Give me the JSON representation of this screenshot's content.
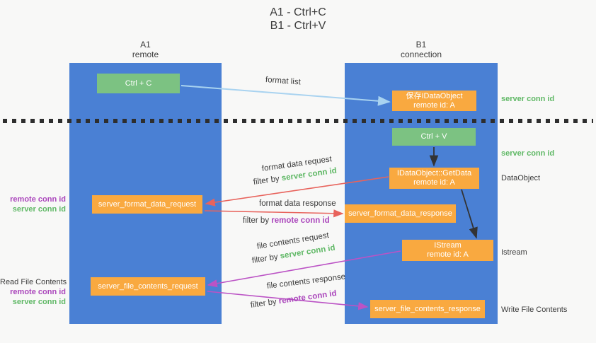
{
  "title": {
    "line1": "A1 - Ctrl+C",
    "line2": "B1 - Ctrl+V"
  },
  "columns": {
    "a1": {
      "id": "A1",
      "role": "remote"
    },
    "b1": {
      "id": "B1",
      "role": "connection"
    }
  },
  "boxes": {
    "ctrl_c": "Ctrl + C",
    "save_dataobject": {
      "line1": "保存IDataObject",
      "line2": "remote id: A"
    },
    "ctrl_v": "Ctrl + V",
    "getdata": {
      "line1": "IDataObject::GetData",
      "line2": "remote id: A"
    },
    "format_request": "server_format_data_request",
    "format_response": "server_format_data_response",
    "istream": {
      "line1": "IStream",
      "line2": "remote id: A"
    },
    "file_request": "server_file_contents_request",
    "file_response": "server_file_contents_response"
  },
  "arrow_labels": {
    "format_list": "format list",
    "format_data_request": "format data request",
    "format_data_response": "format data response",
    "file_contents_request": "file contents request",
    "file_contents_response": "file contents response",
    "filter_by": "filter by ",
    "server_conn_id": "server conn id",
    "remote_conn_id": "remote conn id"
  },
  "side_labels": {
    "remote_conn_id": "remote conn id",
    "server_conn_id": "server conn id",
    "read_file_contents": "Read File Contents",
    "write_file_contents": "Write File Contents",
    "dataobject": "DataObject",
    "istream": "Istream"
  },
  "colors": {
    "background": "#f8f8f7",
    "lifeline_blue": "#4a80d4",
    "action_green": "#7cc282",
    "message_orange": "#f9a940",
    "arrow_light_blue": "#a9d3f0",
    "arrow_red": "#e8635c",
    "arrow_magenta": "#bb53c5",
    "arrow_black": "#333333",
    "text_green": "#5fb865",
    "text_purple": "#ab47bc",
    "text_dark": "#3c3c3c"
  }
}
